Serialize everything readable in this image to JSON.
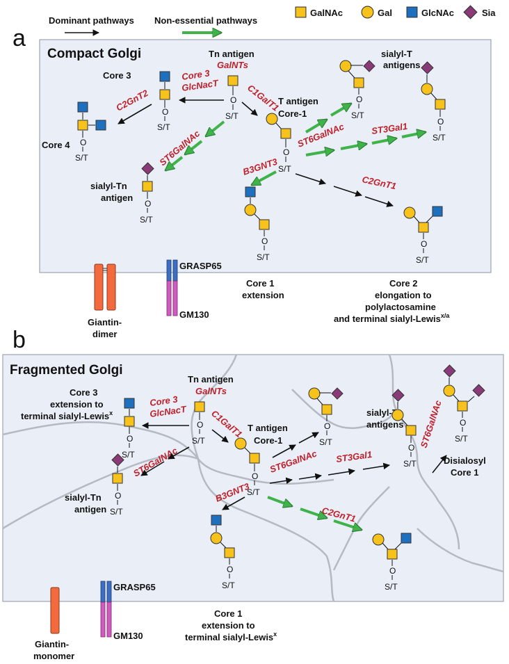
{
  "legend": {
    "dominant": "Dominant pathways",
    "nonessential": "Non-essential pathways",
    "galnac": "GalNAc",
    "gal": "Gal",
    "glcnac": "GlcNAc",
    "sia": "Sia"
  },
  "colors": {
    "galnac": "#f6c21b",
    "gal": "#f6c21b",
    "glcnac": "#1f6fbf",
    "sia": "#8b3a78",
    "green_arrow": "#3fb24a",
    "enzyme_text": "#c0202a",
    "panel": "#e9eef7",
    "giantin": "#f26a3e",
    "grasp65": "#3c6fc4",
    "gm130": "#d05bbe"
  },
  "a": {
    "letter": "a",
    "title": "Compact Golgi",
    "tn": "Tn antigen",
    "galnts": "GalNTs",
    "core3": "Core 3",
    "core3_enzyme_1": "Core 3",
    "core3_enzyme_2": "GlcNacT",
    "c2gnt2": "C2GnT2",
    "core4": "Core 4",
    "c1galt1": "C1GalT1",
    "t_antigen": "T antigen",
    "core1": "Core-1",
    "sialylt": "sialyl-T",
    "antigens": "antigens",
    "st6galnac_a": "ST6GalNAc",
    "st6galnac_b": "ST6GalNAc",
    "st3gal1": "ST3Gal1",
    "sialyltn_1": "sialyl-Tn",
    "sialyltn_2": "antigen",
    "b3gnt3": "B3GNT3",
    "c2gnt1": "C2GnT1",
    "core1ext_1": "Core 1",
    "core1ext_2": "extension",
    "core2_1": "Core 2",
    "core2_2": "elongation to",
    "core2_3": "polylactosamine",
    "core2_4": "and terminal sialyl-Lewis",
    "core2_sup": "x/a",
    "grasp65": "GRASP65",
    "gm130": "GM130",
    "giantin_1": "Giantin-",
    "giantin_2": "dimer",
    "st": "S/T",
    "o": "O"
  },
  "b": {
    "letter": "b",
    "title": "Fragmented Golgi",
    "tn": "Tn antigen",
    "galnts": "GalNTs",
    "core3ext_1": "Core 3",
    "core3ext_2": "extension to",
    "core3ext_3": "terminal sialyl-Lewis",
    "core3ext_sup": "x",
    "core3_enzyme_1": "Core 3",
    "core3_enzyme_2": "GlcNacT",
    "c1galt1": "C1GalT1",
    "t_antigen": "T antigen",
    "core1": "Core-1",
    "sialylt": "sialyl-T",
    "antigens": "antigens",
    "st6galnac_a": "ST6GalNAc",
    "st6galnac_b": "ST6GalNAc",
    "st6galnac_c": "ST6GalNAc",
    "st3gal1": "ST3Gal1",
    "disialosyl_1": "Disialosyl",
    "disialosyl_2": "Core 1",
    "sialyltn_1": "sialyl-Tn",
    "sialyltn_2": "antigen",
    "b3gnt3": "B3GNT3",
    "c2gnt1": "C2GnT1",
    "core1ext_1": "Core 1",
    "core1ext_2": "extension to",
    "core1ext_3": "terminal sialyl-Lewis",
    "core1ext_sup": "x",
    "grasp65": "GRASP65",
    "gm130": "GM130",
    "giantin_1": "Giantin-",
    "giantin_2": "monomer",
    "st": "S/T",
    "o": "O"
  }
}
